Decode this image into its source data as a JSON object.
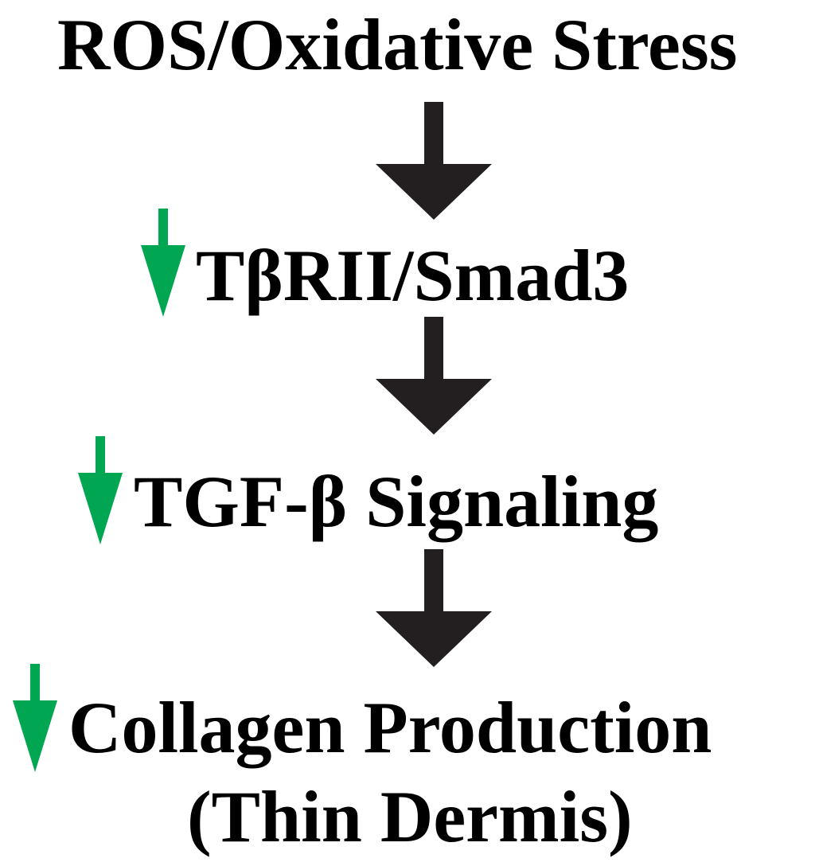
{
  "nodes": {
    "ros": "ROS/Oxidative Stress",
    "tbr": "TβRII/Smad3",
    "tgf": "TGF-β Signaling",
    "collagen": "Collagen Production",
    "thin": "(Thin Dermis)"
  },
  "colors": {
    "text": "#000000",
    "flow_arrow": "#231f20",
    "decrease_arrow": "#00a651",
    "background": "#ffffff"
  },
  "icons": {
    "flow_arrow": "down-arrow-icon",
    "decrease_marker": "decrease-arrow-icon"
  }
}
